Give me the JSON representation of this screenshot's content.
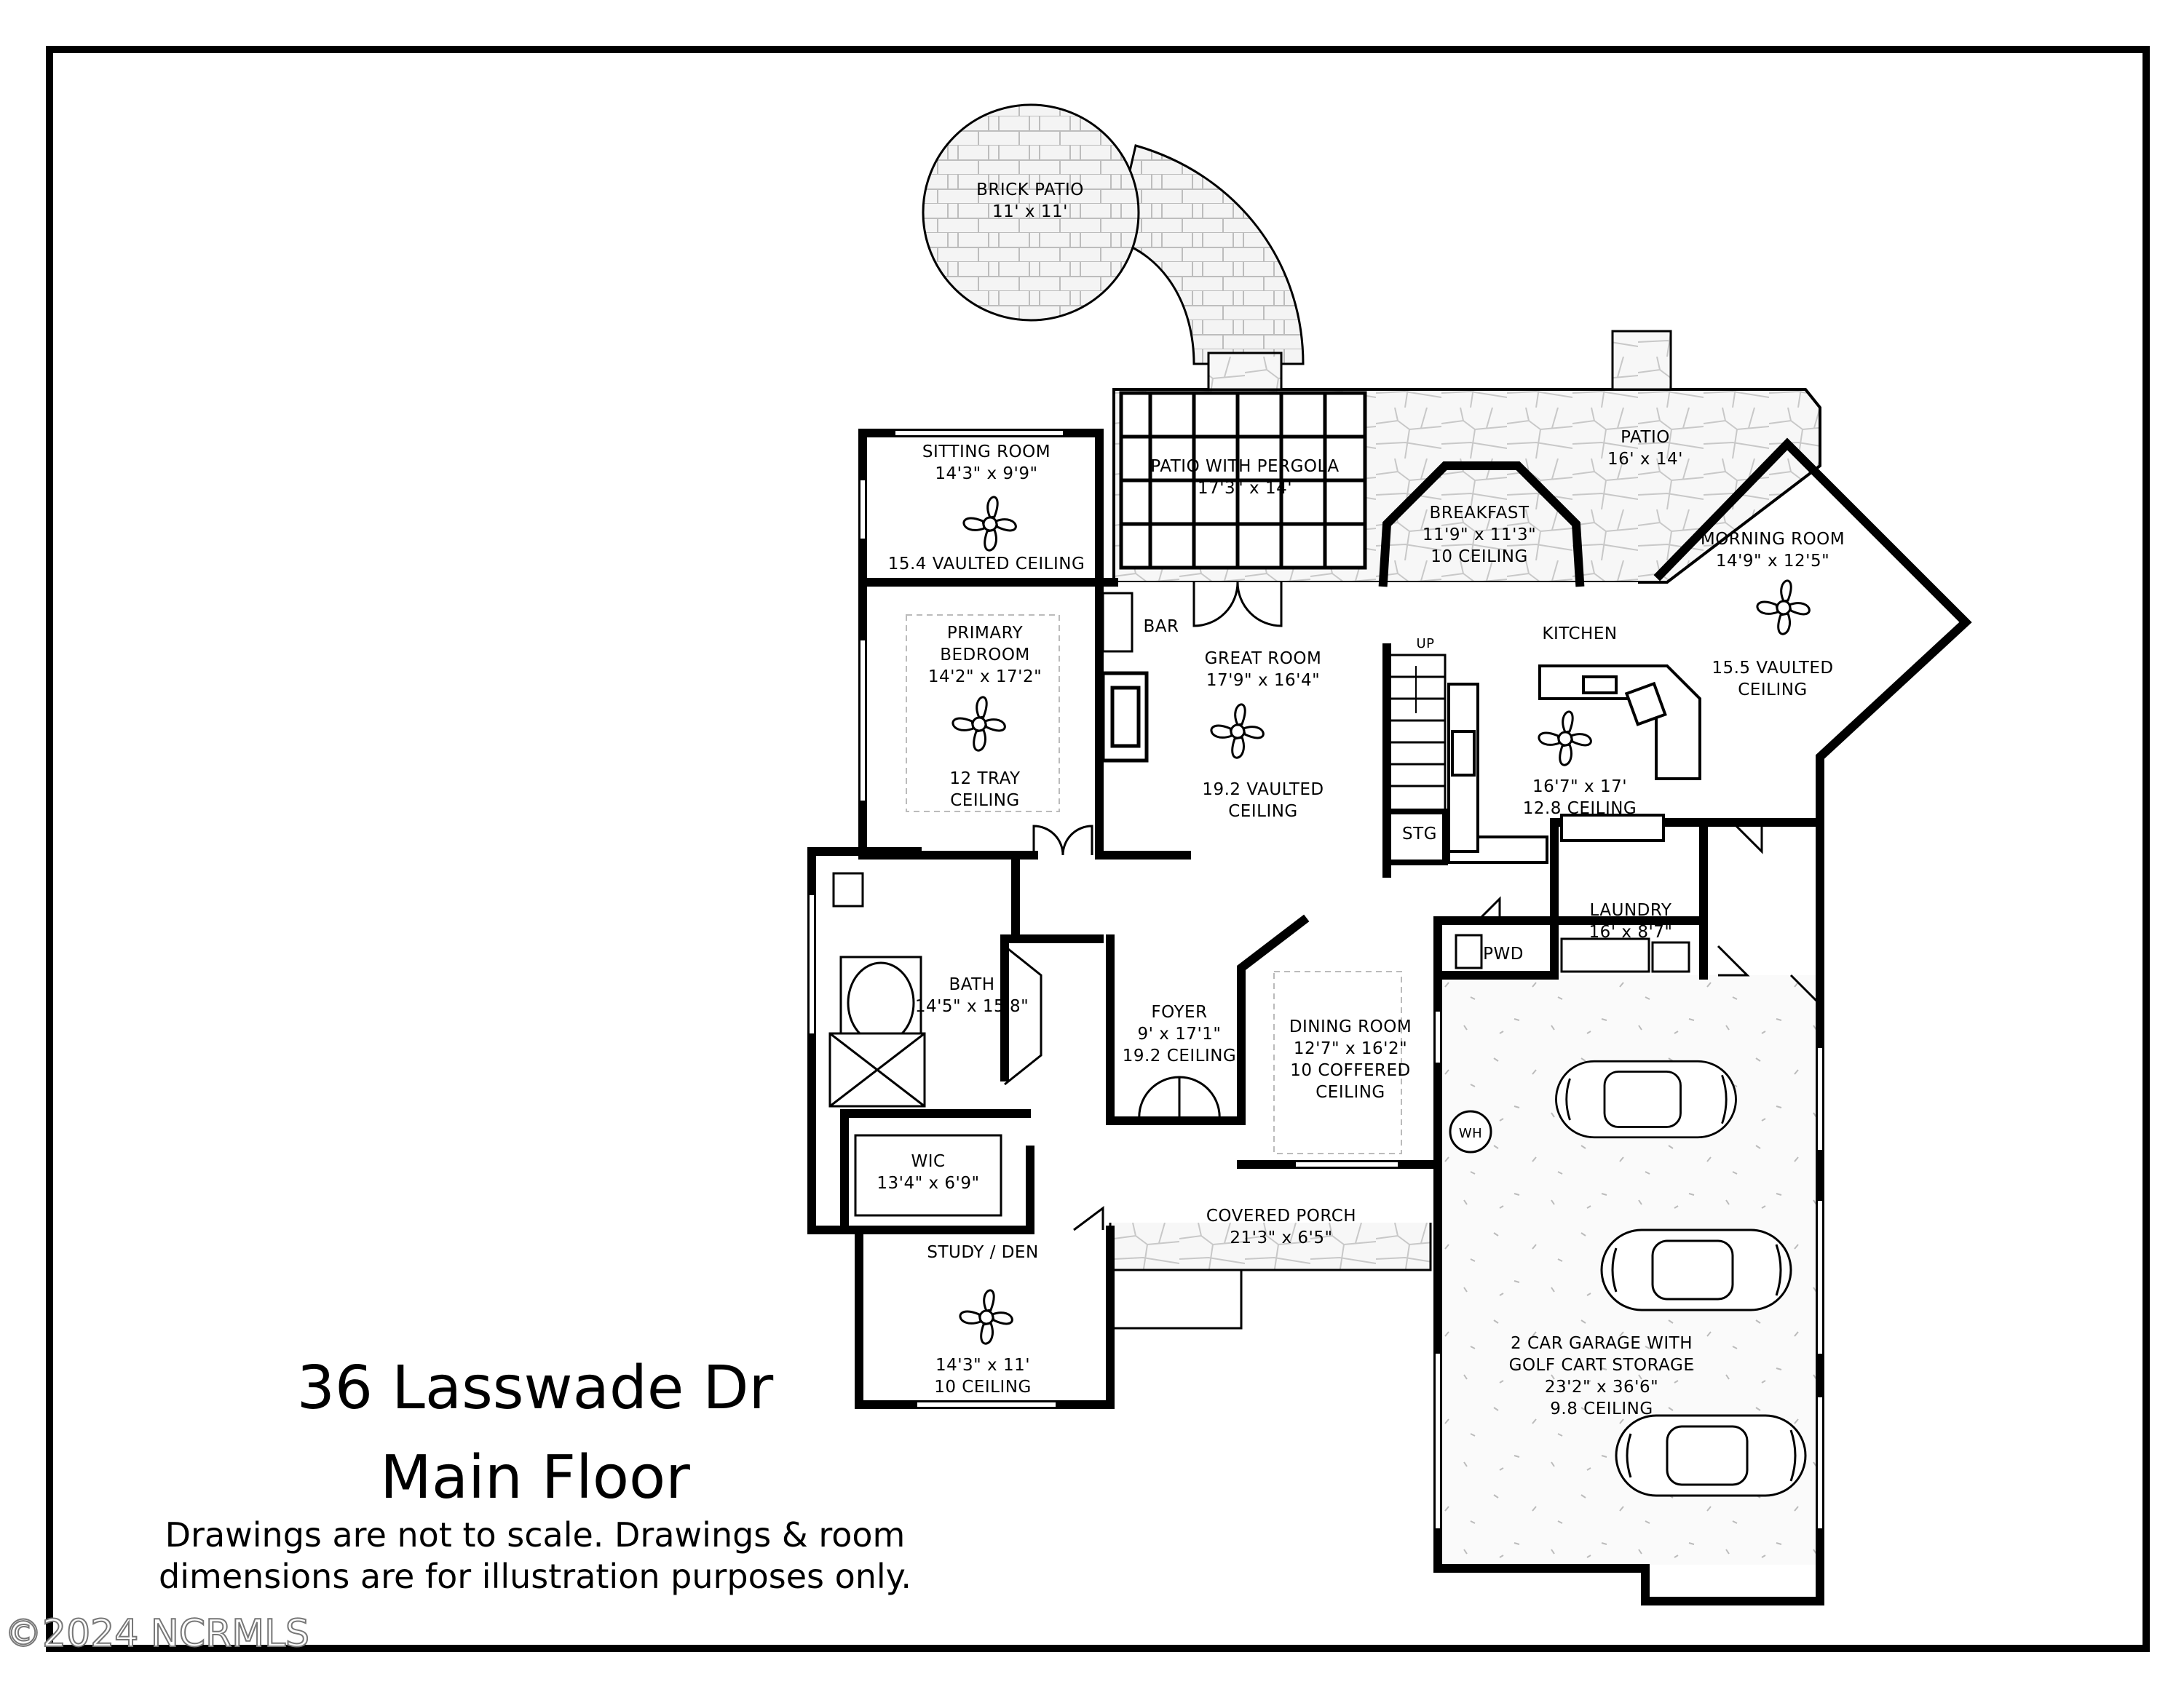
{
  "title": {
    "line1": "36 Lasswade Dr",
    "line2": "Main Floor"
  },
  "disclaimer": {
    "line1": "Drawings are not to scale. Drawings & room",
    "line2": "dimensions are for illustration purposes only."
  },
  "watermark": "©2024 NCRMLS",
  "rooms": {
    "brick_patio": {
      "name": "BRICK PATIO",
      "dims": "11' x 11'"
    },
    "patio_pergola": {
      "name": "PATIO WITH PERGOLA",
      "dims": "17'3\" x 14'"
    },
    "patio": {
      "name": "PATIO",
      "dims": "16' x 14'"
    },
    "breakfast": {
      "name": "BREAKFAST",
      "dims": "11'9\" x 11'3\"",
      "ceiling": "10 CEILING"
    },
    "morning_room": {
      "name": "MORNING ROOM",
      "dims": "14'9\" x 12'5\"",
      "ceiling1": "15.5 VAULTED",
      "ceiling2": "CEILING"
    },
    "sitting_room": {
      "name": "SITTING ROOM",
      "dims": "14'3\" x 9'9\"",
      "ceiling": "15.4 VAULTED CEILING"
    },
    "primary_bedroom": {
      "name1": "PRIMARY",
      "name2": "BEDROOM",
      "dims": "14'2\" x 17'2\"",
      "ceiling1": "12 TRAY",
      "ceiling2": "CEILING"
    },
    "bar": {
      "name": "BAR"
    },
    "great_room": {
      "name": "GREAT ROOM",
      "dims": "17'9\" x 16'4\"",
      "ceiling1": "19.2 VAULTED",
      "ceiling2": "CEILING"
    },
    "stairs": {
      "up": "UP",
      "stg": "STG"
    },
    "kitchen": {
      "name": "KITCHEN",
      "dims": "16'7\" x 17'",
      "ceiling": "12.8 CEILING"
    },
    "laundry": {
      "name": "LAUNDRY",
      "dims": "16' x 8'7\""
    },
    "pwd": {
      "name": "PWD"
    },
    "bath": {
      "name": "BATH",
      "dims": "14'5\" x 15'8\""
    },
    "foyer": {
      "name": "FOYER",
      "dims": "9' x 17'1\"",
      "ceiling": "19.2 CEILING"
    },
    "dining_room": {
      "name": "DINING ROOM",
      "dims": "12'7\" x 16'2\"",
      "ceiling1": "10 COFFERED",
      "ceiling2": "CEILING"
    },
    "wic": {
      "name": "WIC",
      "dims": "13'4\" x 6'9\""
    },
    "covered_porch": {
      "name": "COVERED PORCH",
      "dims": "21'3\" x 6'5\""
    },
    "study": {
      "name": "STUDY / DEN",
      "dims": "14'3\" x 11'",
      "ceiling": "10 CEILING"
    },
    "garage": {
      "name1": "2 CAR GARAGE WITH",
      "name2": "GOLF CART STORAGE",
      "dims": "23'2\" x 36'6\"",
      "ceiling": "9.8 CEILING",
      "wh": "WH"
    }
  }
}
